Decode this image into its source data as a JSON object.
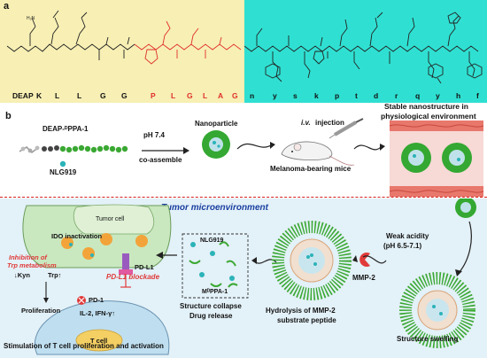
{
  "panel_a": {
    "label": "a",
    "sequence_left": [
      "DEAP",
      "K",
      "L",
      "L",
      "G",
      "G",
      "P",
      "L",
      "G",
      "L",
      "A",
      "G"
    ],
    "sequence_right": [
      "n",
      "y",
      "s",
      "k",
      "p",
      "t",
      "d",
      "r",
      "q",
      "y",
      "h",
      "f"
    ],
    "colors": {
      "left_bg": "#f7efb4",
      "right_bg": "#2fe0d2",
      "red": "#e0302a",
      "black": "#111111"
    }
  },
  "panel_b": {
    "label": "b",
    "deap_label": "DEAP-ᴰPPA-1",
    "nlg_label": "NLG919",
    "ph_label": "pH 7.4",
    "coassemble_label": "co-assemble",
    "nanoparticle_label": "Nanoparticle",
    "iv_label": "i.v.",
    "injection_label": "injection",
    "mice_label": "Melanoma-bearing mice",
    "stable_label_1": "Stable nanostructure in",
    "stable_label_2": "physiological environment",
    "tme_title": "Tumor microenvironment",
    "tumor_cell_label": "Tumor cell",
    "ido_label": "IDO inactivation",
    "inhibition_label_1": "Inhibition of",
    "inhibition_label_2": "Trp metabolism",
    "kyn_label": "↓Kyn",
    "trp_label": "Trp↑",
    "pdl1_label": "PD-L1",
    "blockade_label": "PD-L1 blockade",
    "pd1_label": "PD-1",
    "proliferation_label": "Proliferation",
    "cytokine_label": "IL-2, IFN-γ↑",
    "tcell_label": "T cell",
    "legend_nlg": "NLG919",
    "legend_mppa": "MᴰPPA-1",
    "collapse_label_1": "Structure collapse",
    "collapse_label_2": "Drug release",
    "hydrolysis_label_1": "Hydrolysis of MMP-2",
    "hydrolysis_label_2": "substrate peptide",
    "mmp2_label": "MMP-2",
    "acidity_label_1": "Weak acidity",
    "acidity_label_2": "(pH 6.5-7.1)",
    "swelling_label": "Structure swelling",
    "stimulation_label": "Stimulation of T cell proliferation and activation",
    "colors": {
      "tme_bg": "#e3f1f8",
      "title_blue": "#1a3fa0",
      "green": "#3cb83c",
      "nlg_teal": "#2bb3b8",
      "red_dash": "#d42020"
    }
  }
}
